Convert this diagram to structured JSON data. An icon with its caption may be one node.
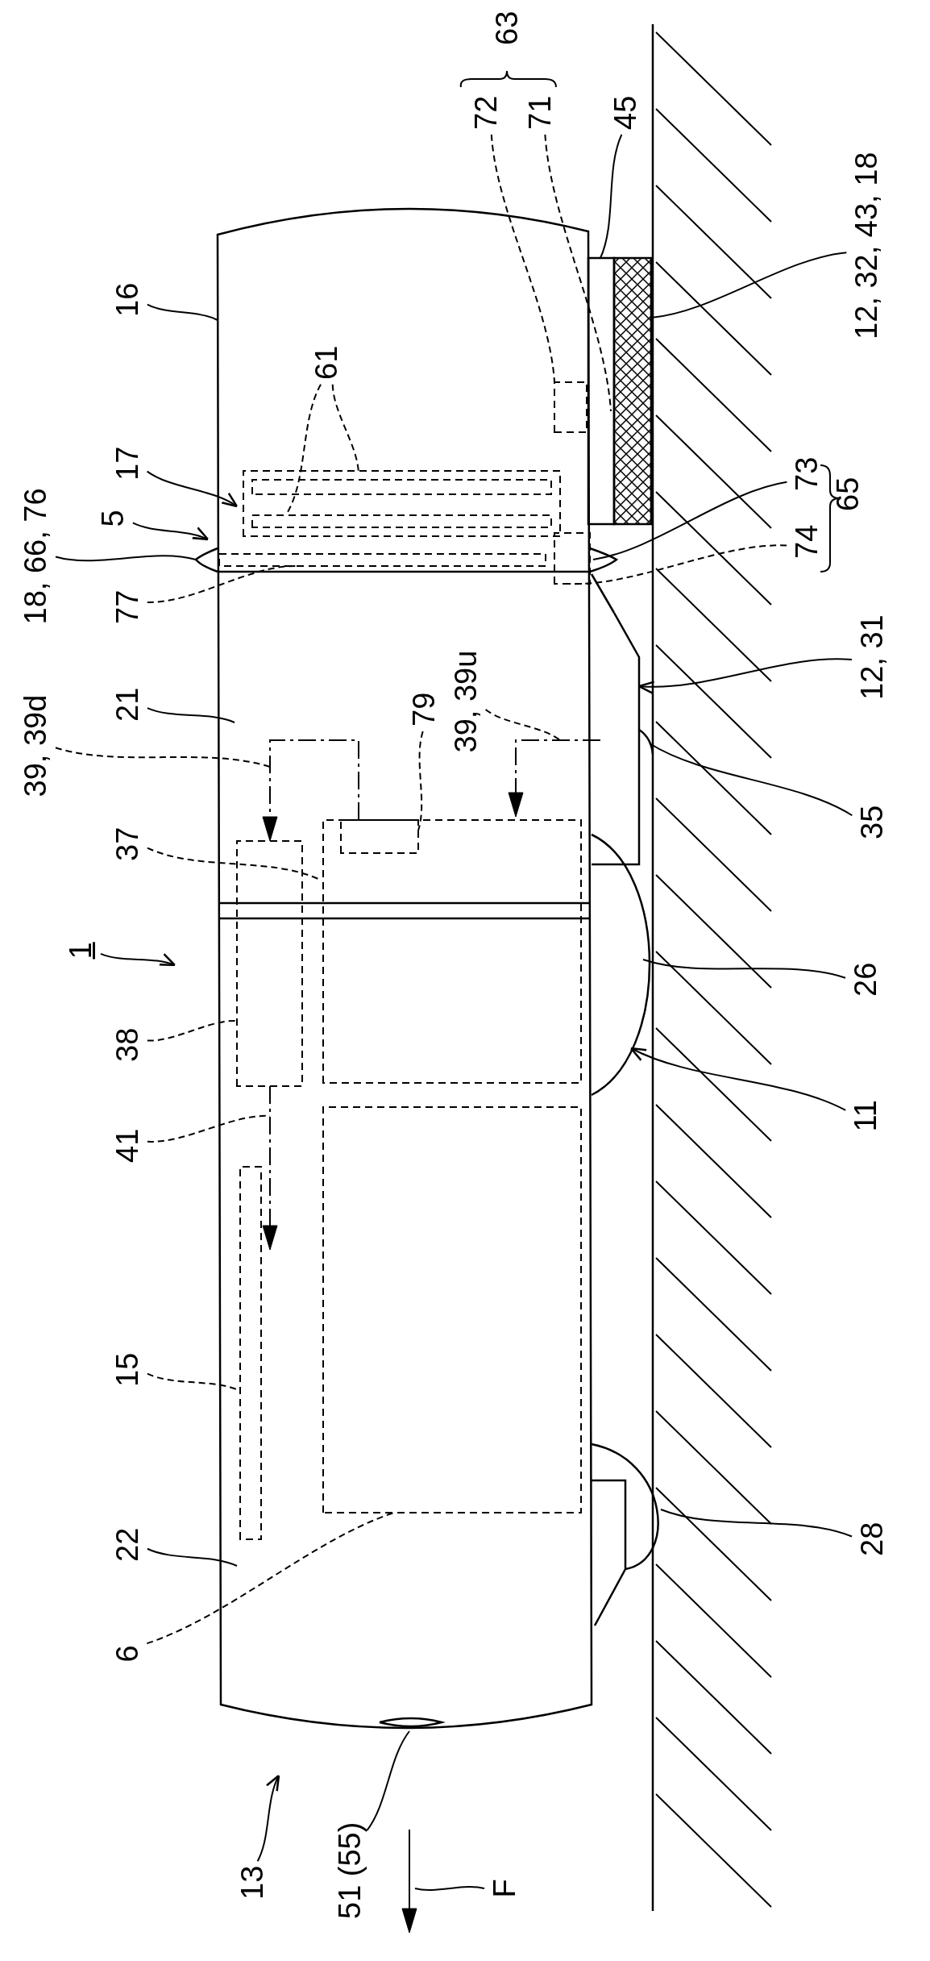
{
  "diagram": {
    "nodes": [
      {
        "text": [
          "13"
        ]
      },
      {
        "text": [
          "6"
        ]
      },
      {
        "text": [
          "22"
        ]
      },
      {
        "text": [
          "15"
        ]
      },
      {
        "text": [
          "41"
        ]
      },
      {
        "text": [
          "38"
        ]
      },
      {
        "text": [
          "1"
        ]
      },
      {
        "text": [
          "37"
        ]
      },
      {
        "text": [
          "21"
        ]
      },
      {
        "text": [
          "39, 39d"
        ]
      },
      {
        "text": [
          "77"
        ]
      },
      {
        "text": [
          "18, 66, 76"
        ]
      },
      {
        "text": [
          "5"
        ]
      },
      {
        "text": [
          "17"
        ]
      },
      {
        "text": [
          "16"
        ]
      },
      {
        "text": [
          "61"
        ]
      },
      {
        "text": [
          "79"
        ]
      },
      {
        "text": [
          "39, 39u"
        ]
      },
      {
        "text": [
          "72"
        ]
      },
      {
        "text": [
          "71"
        ]
      },
      {
        "text": [
          "45"
        ]
      },
      {
        "text": [
          "51 (55)"
        ]
      },
      {
        "text": [
          "F"
        ]
      },
      {
        "text": [
          "28"
        ]
      },
      {
        "text": [
          "11"
        ]
      },
      {
        "text": [
          "26"
        ]
      },
      {
        "text": [
          "35"
        ]
      },
      {
        "text": [
          "12, 31"
        ]
      },
      {
        "text": [
          "74"
        ]
      },
      {
        "text": [
          "73"
        ]
      },
      {
        "text": [
          "12, 32, 43, 18"
        ]
      },
      {
        "text": [],
        "shape": "picture"
      },
      {
        "text": [],
        "shape": "picture"
      },
      {
        "text": [],
        "shape": "picture"
      },
      {
        "text": [],
        "shape": "box"
      },
      {
        "text": [],
        "shape": "box"
      }
    ],
    "edges": [
      {
        "from": 0,
        "to": null,
        "arrow": "to"
      },
      {
        "from": 1,
        "to": null,
        "arrow": "none",
        "style": "dashed"
      },
      {
        "from": 2,
        "to": null,
        "arrow": "none"
      },
      {
        "from": 3,
        "to": null,
        "arrow": "none",
        "style": "dashed"
      },
      {
        "from": 4,
        "to": null,
        "arrow": "none",
        "style": "dashed"
      },
      {
        "from": 5,
        "to": null,
        "arrow": "none",
        "style": "dashed"
      },
      {
        "from": 6,
        "to": null,
        "arrow": "to"
      },
      {
        "from": 7,
        "to": null,
        "arrow": "none",
        "style": "dashed"
      },
      {
        "from": 8,
        "to": null,
        "arrow": "none"
      },
      {
        "from": 9,
        "to": null,
        "arrow": "none",
        "style": "dashed"
      },
      {
        "from": 10,
        "to": null,
        "arrow": "none",
        "style": "dashed"
      },
      {
        "from": 11,
        "to": null,
        "arrow": "none"
      },
      {
        "from": 12,
        "to": null,
        "arrow": "to"
      },
      {
        "from": 13,
        "to": null,
        "arrow": "to"
      },
      {
        "from": 14,
        "to": null,
        "arrow": "none"
      },
      {
        "from": 15,
        "to": null,
        "arrow": "none",
        "style": "dashed"
      },
      {
        "from": 15,
        "to": null,
        "arrow": "none",
        "style": "dashed"
      },
      {
        "from": 16,
        "to": null,
        "arrow": "none",
        "style": "dashed"
      },
      {
        "from": 17,
        "to": null,
        "arrow": "none",
        "style": "dashed"
      },
      {
        "from": 18,
        "to": null,
        "arrow": "none",
        "style": "dashed"
      },
      {
        "from": 19,
        "to": 35,
        "arrow": "none",
        "style": "dashed"
      },
      {
        "from": 20,
        "to": 34,
        "arrow": "none"
      },
      {
        "from": 21,
        "to": null,
        "arrow": "none"
      },
      {
        "from": 22,
        "to": null,
        "arrow": "none"
      },
      {
        "from": 23,
        "to": null,
        "arrow": "none"
      },
      {
        "from": 24,
        "to": 31,
        "arrow": "to"
      },
      {
        "from": 25,
        "to": 31,
        "arrow": "none"
      },
      {
        "from": 26,
        "to": 33,
        "arrow": "none"
      },
      {
        "from": 27,
        "to": 32,
        "arrow": "to"
      },
      {
        "from": 28,
        "to": null,
        "arrow": "none",
        "style": "dashed"
      },
      {
        "from": 29,
        "to": null,
        "arrow": "none"
      },
      {
        "from": 30,
        "to": 35,
        "arrow": "none"
      }
    ],
    "labels": [
      "63",
      "65"
    ]
  }
}
